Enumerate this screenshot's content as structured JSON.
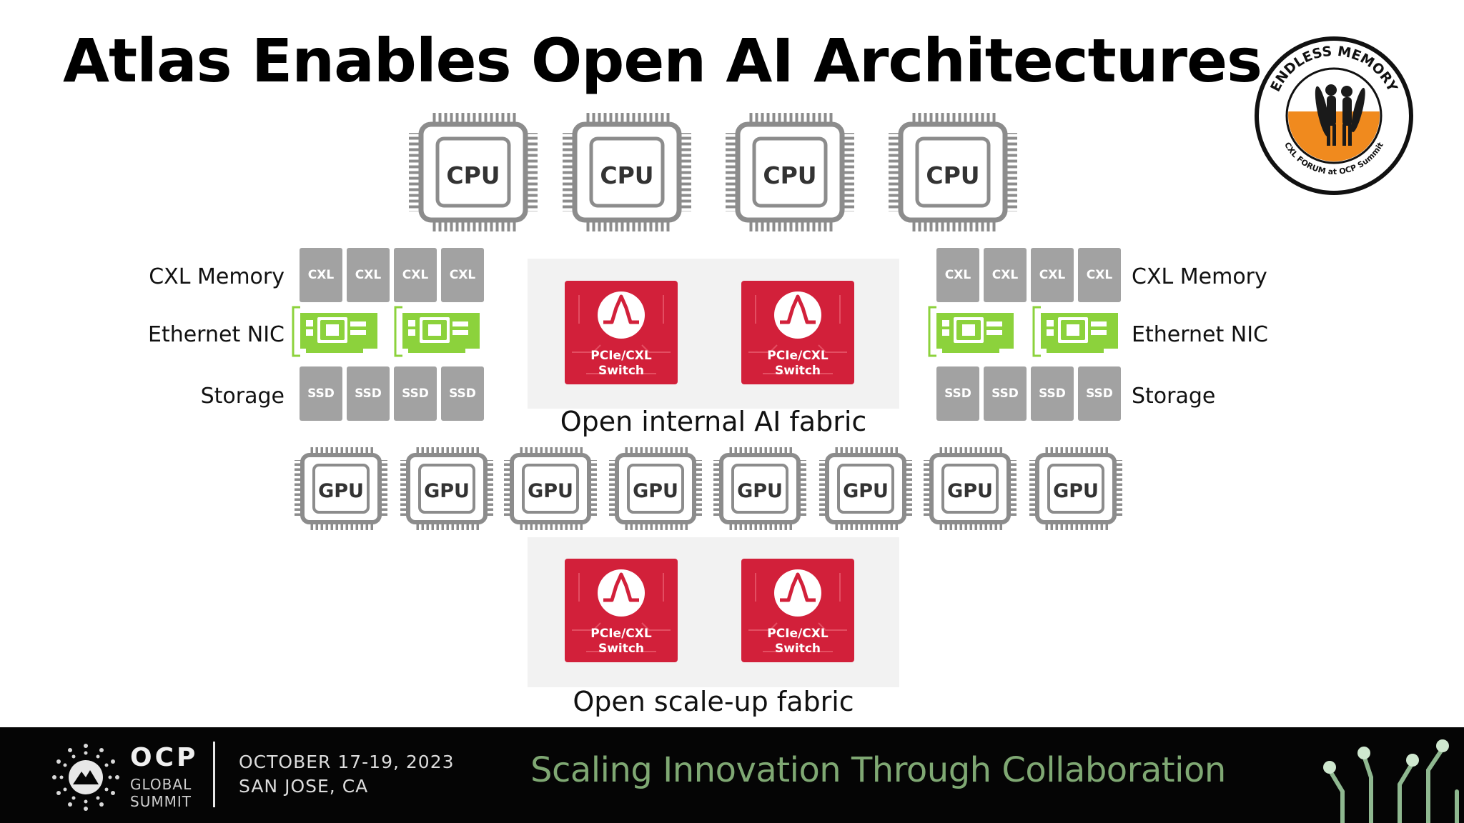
{
  "slide": {
    "title": "Atlas Enables Open AI Architectures",
    "badge": {
      "top_text": "ENDLESS MEMORY",
      "bottom_text": "CXL FORUM at OCP Summit"
    },
    "cpu_label": "CPU",
    "gpu_label": "GPU",
    "cxl_label": "CXL",
    "ssd_label": "SSD",
    "switch_label_line1": "PCIe/CXL",
    "switch_label_line2": "Switch",
    "left_labels": {
      "memory": "CXL Memory",
      "nic": "Ethernet NIC",
      "storage": "Storage"
    },
    "right_labels": {
      "memory": "CXL Memory",
      "nic": "Ethernet NIC",
      "storage": "Storage"
    },
    "internal_fabric_caption": "Open internal AI fabric",
    "scaleup_fabric_caption": "Open scale-up fabric"
  },
  "footer": {
    "logo_main": "OCP",
    "logo_line1": "GLOBAL",
    "logo_line2": "SUMMIT",
    "date": "OCTOBER 17-19, 2023",
    "location": "SAN JOSE, CA",
    "tagline": "Scaling Innovation Through Collaboration"
  },
  "colors": {
    "chip_gray": "#8c8c8c",
    "tile_gray": "#a2a2a2",
    "nic_green": "#8cd23c",
    "switch_red": "#d2203a",
    "footer_bg": "#050505",
    "tagline_green": "#7fa873"
  }
}
